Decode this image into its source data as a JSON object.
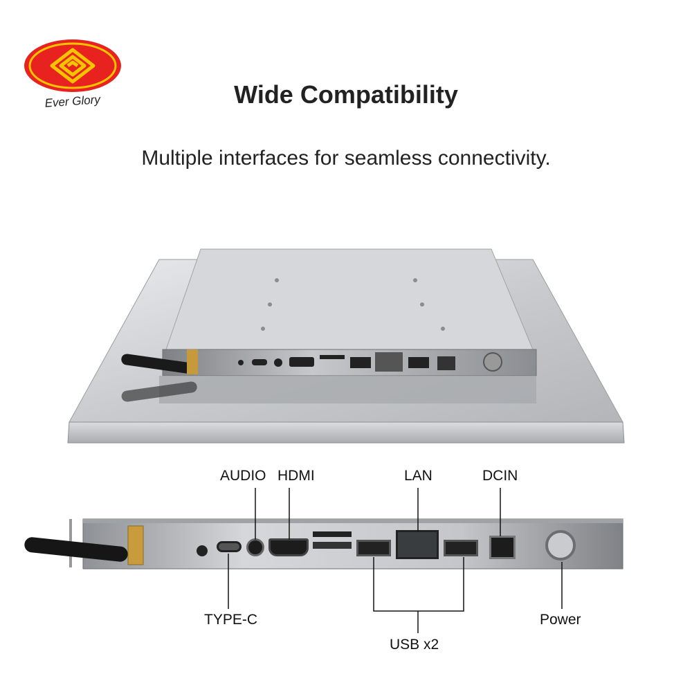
{
  "brand": {
    "name": "Ever Glory",
    "colors": {
      "red": "#e8231f",
      "yellow": "#f5c400"
    }
  },
  "header": {
    "title": "Wide Compatibility",
    "subtitle": "Multiple interfaces for seamless connectivity."
  },
  "callouts": {
    "audio": "AUDIO",
    "hdmi": "HDMI",
    "lan": "LAN",
    "dcin": "DCIN",
    "type_c": "TYPE-C",
    "power": "Power",
    "usb": "USB x2"
  },
  "product": {
    "icon": "industrial-panel-pc",
    "material": "stainless-steel"
  }
}
